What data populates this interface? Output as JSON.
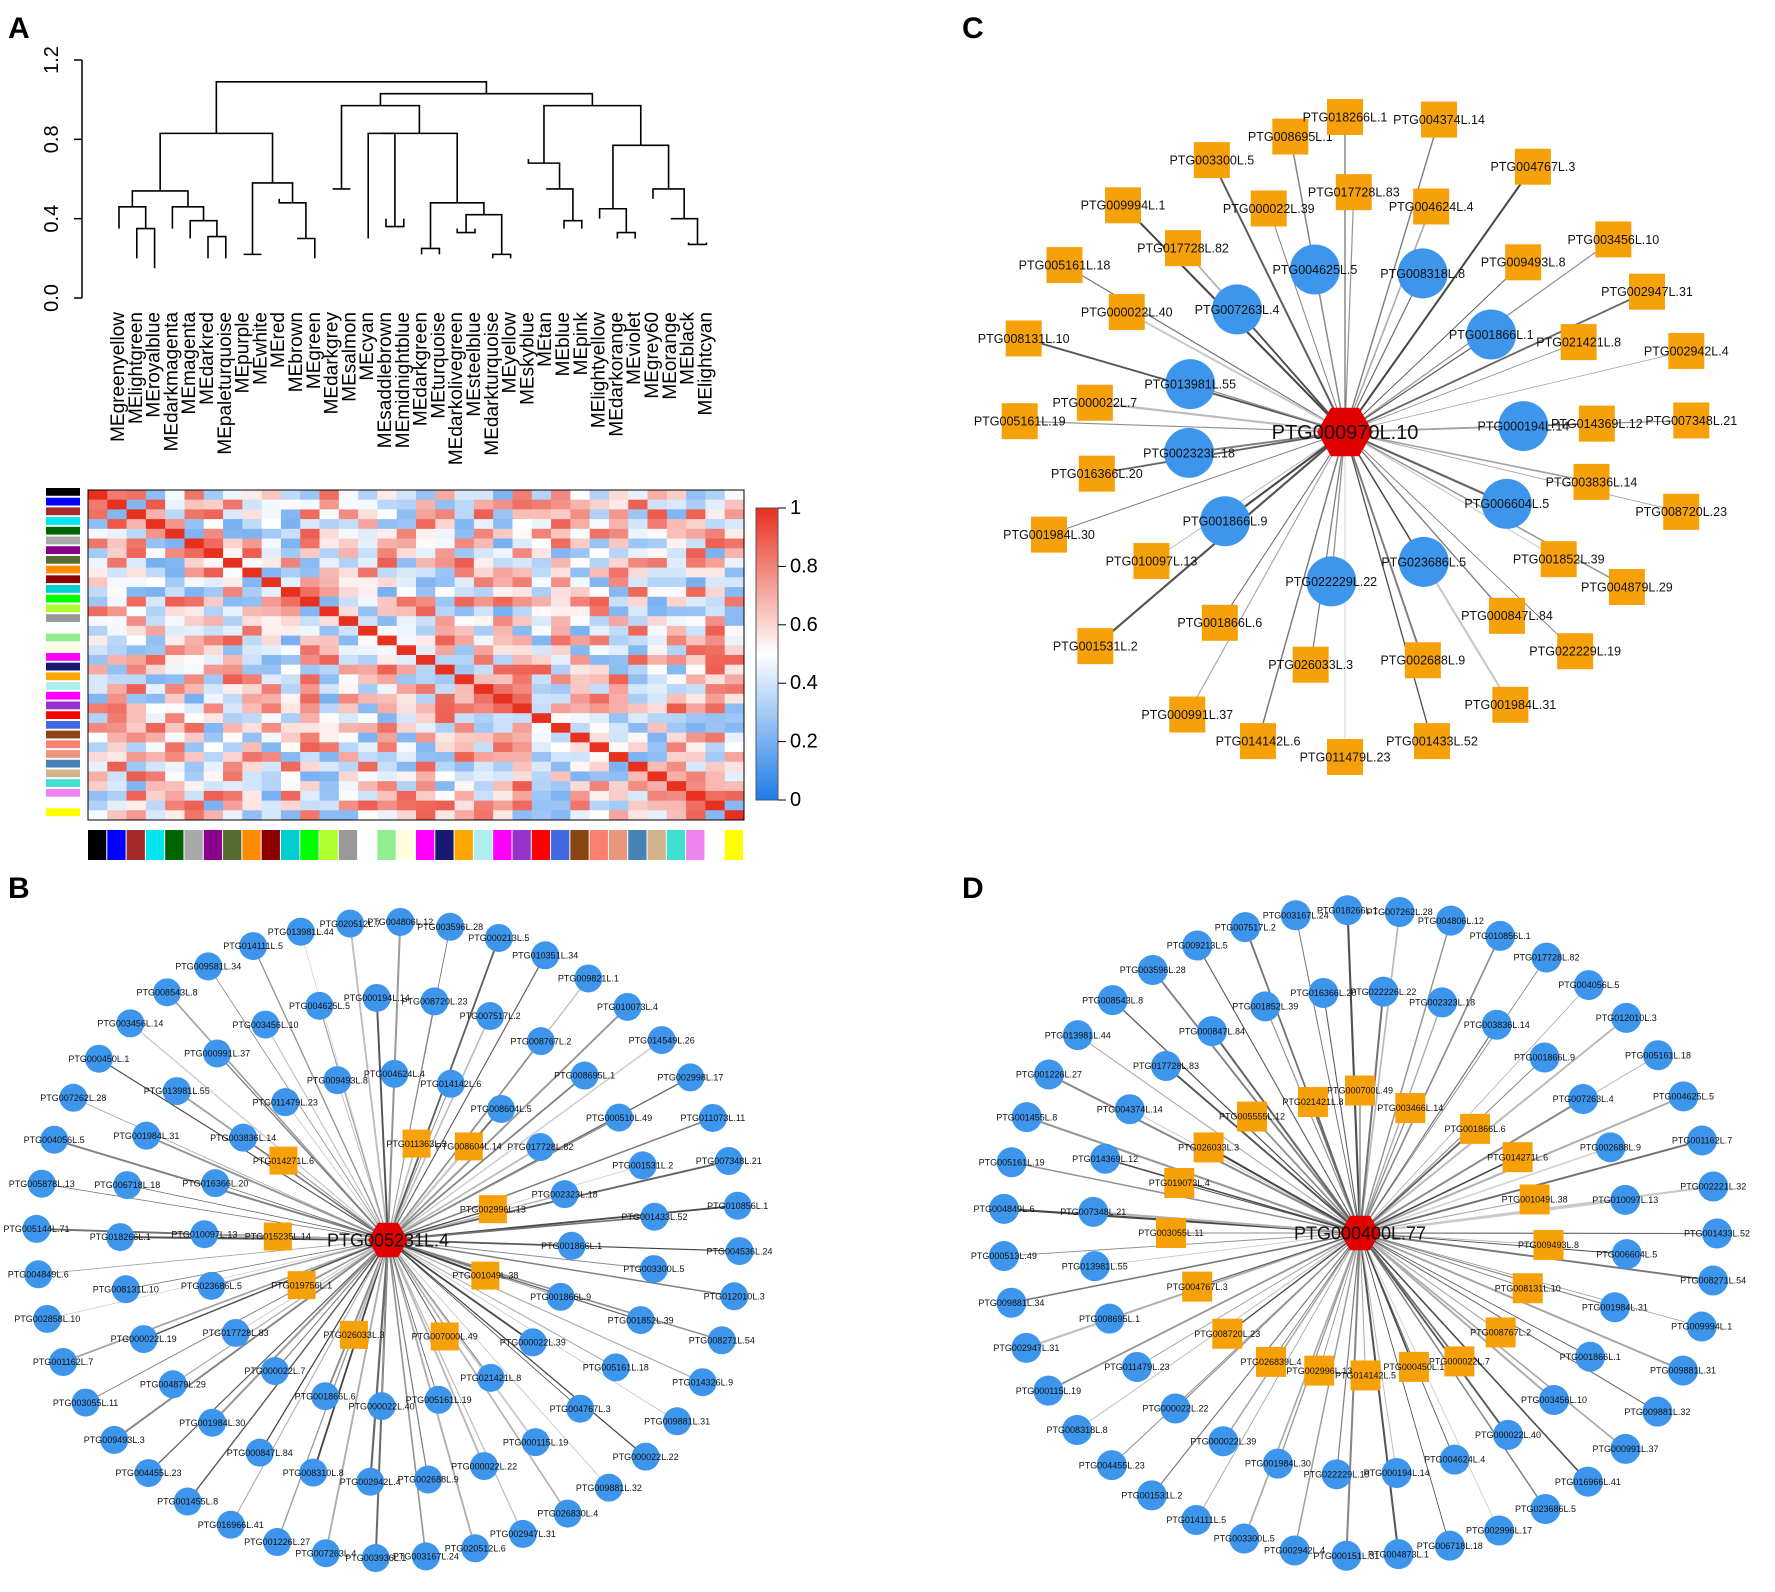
{
  "panels": [
    {
      "letter": "A"
    },
    {
      "letter": "B"
    },
    {
      "letter": "C"
    },
    {
      "letter": "D"
    }
  ],
  "dendrogram": {
    "y_ticks": [
      "0.0",
      "0.4",
      "0.8",
      "1.2"
    ],
    "leaves": [
      "MEgreenyellow",
      "MElightgreen",
      "MEroyalblue",
      "MEdarkmagenta",
      "MEmagenta",
      "MEdarkred",
      "MEpaleturquoise",
      "MEpurple",
      "MEwhite",
      "MEred",
      "MEbrown",
      "MEgreen",
      "MEdarkgrey",
      "MEsalmon",
      "MEcyan",
      "MEsaddlebrown",
      "MEmidnightblue",
      "MEdarkgreen",
      "MEturquoise",
      "MEdarkolivegreen",
      "MEsteelblue",
      "MEdarkturquoise",
      "MEyellow",
      "MEskyblue",
      "MEtan",
      "MEblue",
      "MEpink",
      "MElightyellow",
      "MEdarkorange",
      "MEviolet",
      "MEgrey60",
      "MEorange",
      "MEblack",
      "MElightcyan"
    ]
  },
  "heatmap": {
    "legend_ticks": [
      "1",
      "0.8",
      "0.6",
      "0.4",
      "0.2",
      "0"
    ],
    "colors": {
      "low": "#1e7be8",
      "mid": "#ffffff",
      "high": "#e8301f"
    },
    "module_colors": [
      "#000000",
      "#0000ff",
      "#a52a2a",
      "#00e5ee",
      "#006400",
      "#a9a9a9",
      "#8b008b",
      "#556b2f",
      "#ff8c00",
      "#8b0000",
      "#00ced1",
      "#00ff00",
      "#adff2f",
      "#999999",
      "#ffffff",
      "#90ee90",
      "#ffffe0",
      "#ff00ff",
      "#191970",
      "#ffa500",
      "#afeeee",
      "#ff00ff",
      "#9932cc",
      "#ff0000",
      "#4169e1",
      "#8b4513",
      "#fa8072",
      "#e9967a",
      "#4682b4",
      "#d2b48c",
      "#40e0d0",
      "#ee82ee",
      "#ffffff",
      "#ffff00"
    ]
  },
  "networks": {
    "node_colors": {
      "hub": "#e00000",
      "circle": "#3d96ec",
      "square": "#f7a10a"
    },
    "C": {
      "hub": "PTG000970L.10",
      "nodes": [
        {
          "label": "PTG008695L.1",
          "shape": "square",
          "a": -100,
          "r": 300
        },
        {
          "label": "PTG018266L.1",
          "shape": "square",
          "a": -90,
          "r": 315
        },
        {
          "label": "PTG004374L.14",
          "shape": "square",
          "a": -74,
          "r": 325
        },
        {
          "label": "PTG004767L.3",
          "shape": "square",
          "a": -56,
          "r": 320
        },
        {
          "label": "PTG003456L.10",
          "shape": "square",
          "a": -37,
          "r": 320
        },
        {
          "label": "PTG002947L.31",
          "shape": "square",
          "a": -26,
          "r": 320
        },
        {
          "label": "PTG002942L.4",
          "shape": "square",
          "a": -14,
          "r": 335
        },
        {
          "label": "PTG007348L.21",
          "shape": "square",
          "a": -2,
          "r": 330
        },
        {
          "label": "PTG008720L.23",
          "shape": "square",
          "a": 14,
          "r": 330
        },
        {
          "label": "PTG004879L.29",
          "shape": "square",
          "a": 30,
          "r": 310
        },
        {
          "label": "PTG022229L.19",
          "shape": "square",
          "a": 45,
          "r": 310
        },
        {
          "label": "PTG001984L.31",
          "shape": "square",
          "a": 60,
          "r": 315
        },
        {
          "label": "PTG001433L.52",
          "shape": "square",
          "a": 75,
          "r": 320
        },
        {
          "label": "PTG011479L.23",
          "shape": "square",
          "a": 90,
          "r": 325
        },
        {
          "label": "PTG014142L.6",
          "shape": "square",
          "a": 105,
          "r": 320
        },
        {
          "label": "PTG000991L.37",
          "shape": "square",
          "a": 118,
          "r": 320
        },
        {
          "label": "PTG001531L.2",
          "shape": "square",
          "a": 138,
          "r": 320
        },
        {
          "label": "PTG001984L.30",
          "shape": "square",
          "a": 160,
          "r": 300
        },
        {
          "label": "PTG005161L.19",
          "shape": "square",
          "a": 182,
          "r": 310
        },
        {
          "label": "PTG008131L.10",
          "shape": "square",
          "a": 197,
          "r": 320
        },
        {
          "label": "PTG005161L.18",
          "shape": "square",
          "a": 212,
          "r": 315
        },
        {
          "label": "PTG009994L.1",
          "shape": "square",
          "a": 227,
          "r": 310
        },
        {
          "label": "PTG003300L.5",
          "shape": "square",
          "a": 245,
          "r": 300
        },
        {
          "label": "PTG000022L.39",
          "shape": "square",
          "a": -108,
          "r": 235
        },
        {
          "label": "PTG017728L.83",
          "shape": "square",
          "a": -88,
          "r": 240
        },
        {
          "label": "PTG004624L.4",
          "shape": "square",
          "a": -70,
          "r": 240
        },
        {
          "label": "PTG009493L.8",
          "shape": "square",
          "a": -45,
          "r": 240
        },
        {
          "label": "PTG021421L.8",
          "shape": "square",
          "a": -22,
          "r": 240
        },
        {
          "label": "PTG014369L.12",
          "shape": "square",
          "a": -2,
          "r": 240
        },
        {
          "label": "PTG003836L.14",
          "shape": "square",
          "a": 12,
          "r": 240
        },
        {
          "label": "PTG001852L.39",
          "shape": "square",
          "a": 32,
          "r": 240
        },
        {
          "label": "PTG000847L.84",
          "shape": "square",
          "a": 50,
          "r": 240
        },
        {
          "label": "PTG002688L.9",
          "shape": "square",
          "a": 72,
          "r": 240
        },
        {
          "label": "PTG026033L.3",
          "shape": "square",
          "a": 98,
          "r": 235
        },
        {
          "label": "PTG001866L.6",
          "shape": "square",
          "a": 122,
          "r": 225
        },
        {
          "label": "PTG010097L.13",
          "shape": "square",
          "a": 145,
          "r": 225
        },
        {
          "label": "PTG016366L.20",
          "shape": "square",
          "a": 170,
          "r": 240
        },
        {
          "label": "PTG000022L.7",
          "shape": "square",
          "a": 187,
          "r": 240
        },
        {
          "label": "PTG000022L.40",
          "shape": "square",
          "a": 210,
          "r": 240
        },
        {
          "label": "PTG017728L.82",
          "shape": "square",
          "a": 230,
          "r": 240
        },
        {
          "label": "PTG004625L.5",
          "shape": "circle",
          "a": -100,
          "r": 165
        },
        {
          "label": "PTG008318L.8",
          "shape": "circle",
          "a": -65,
          "r": 175
        },
        {
          "label": "PTG001866L.1",
          "shape": "circle",
          "a": -35,
          "r": 170
        },
        {
          "label": "PTG000194L.14",
          "shape": "circle",
          "a": -2,
          "r": 170
        },
        {
          "label": "PTG006604L.5",
          "shape": "circle",
          "a": 25,
          "r": 170
        },
        {
          "label": "PTG023686L.5",
          "shape": "circle",
          "a": 60,
          "r": 150
        },
        {
          "label": "PTG022229L.22",
          "shape": "circle",
          "a": 95,
          "r": 150
        },
        {
          "label": "PTG001866L.9",
          "shape": "circle",
          "a": 142,
          "r": 145
        },
        {
          "label": "PTG002323L.18",
          "shape": "circle",
          "a": 172,
          "r": 150
        },
        {
          "label": "PTG013981L.55",
          "shape": "circle",
          "a": 198,
          "r": 155
        },
        {
          "label": "PTG007263L.4",
          "shape": "circle",
          "a": 230,
          "r": 160
        }
      ]
    },
    "B": {
      "hub": "PTG005231L.4",
      "outer": [
        "PTG004806L.12",
        "PTG003596L.28",
        "PTG000213L.5",
        "PTG010351L.34",
        "PTG009821L.1",
        "PTG010073L.4",
        "PTG014549L.26",
        "PTG002998L.17",
        "PTG011073L.11",
        "PTG007348L.21",
        "PTG010856L.1",
        "PTG004536L.24",
        "PTG012010L.3",
        "PTG008271L.54",
        "PTG014326L.9",
        "PTG009881L.31",
        "PTG000022L.22",
        "PTG009881L.32",
        "PTG026830L.4",
        "PTG002947L.31",
        "PTG020512L.6",
        "PTG003167L.24",
        "PTG003936L.1",
        "PTG007263L.4",
        "PTG001226L.27",
        "PTG016966L.41",
        "PTG001455L.8",
        "PTG004455L.23",
        "PTG009493L.3",
        "PTG003055L.11",
        "PTG001162L.7",
        "PTG002858L.10",
        "PTG004849L.6",
        "PTG005144L.71",
        "PTG005878L.13",
        "PTG004056L.5",
        "PTG007262L.28",
        "PTG000450L.1",
        "PTG003456L.14",
        "PTG008543L.8",
        "PTG009581L.34",
        "PTG014111L.5",
        "PTG013981L.44",
        "PTG020512L.7"
      ],
      "mid": [
        "PTG008720L.23",
        "PTG007517L.2",
        "PTG008767L.2",
        "PTG008695L.1",
        "PTG000510L.49",
        "PTG001531L.2",
        "PTG001433L.52",
        "PTG003300L.5",
        "PTG001852L.39",
        "PTG005161L.18",
        "PTG004767L.3",
        "PTG000115L.19",
        "PTG000022L.22",
        "PTG002688L.9",
        "PTG002942L.4",
        "PTG008310L.8",
        "PTG000847L.84",
        "PTG001984L.30",
        "PTG004879L.29",
        "PTG000022L.19",
        "PTG008131L.10",
        "PTG018266L.1",
        "PTG006718L.18",
        "PTG001984L.31",
        "PTG013981L.55",
        "PTG000991L.37",
        "PTG003456L.10",
        "PTG004625L.5",
        "PTG000194L.14"
      ],
      "inner": [
        "PTG014142L.6",
        "PTG008604L.5",
        "PTG017728L.82",
        "PTG002323L.18",
        "PTG001866L.1",
        "PTG001866L.9",
        "PTG000022L.39",
        "PTG021421L.8",
        "PTG005161L.19",
        "PTG000022L.40",
        "PTG001866L.6",
        "PTG000022L.7",
        "PTG017728L.83",
        "PTG023686L.5",
        "PTG010097L.13",
        "PTG016366L.20",
        "PTG003836L.14",
        "PTG011479L.23",
        "PTG009493L.8",
        "PTG004624L.4"
      ],
      "squares": [
        {
          "label": "PTG011363L.3",
          "a": -75,
          "r": 105
        },
        {
          "label": "PTG008604L.14",
          "a": -52,
          "r": 125
        },
        {
          "label": "PTG002996L.13",
          "a": -18,
          "r": 105
        },
        {
          "label": "PTG001049L.38",
          "a": 22,
          "r": 100
        },
        {
          "label": "PTG007000L.49",
          "a": 62,
          "r": 115
        },
        {
          "label": "PTG026033L.3",
          "a": 108,
          "r": 105
        },
        {
          "label": "PTG019756L.1",
          "a": 150,
          "r": 95
        },
        {
          "label": "PTG015235L.14",
          "a": 182,
          "r": 105
        },
        {
          "label": "PTG014271L.6",
          "a": -140,
          "r": 130
        }
      ]
    },
    "D": {
      "hub": "PTG000400L.77",
      "outer": [
        "PTG018266L.1",
        "PTG007262L.28",
        "PTG004806L.12",
        "PTG010856L.1",
        "PTG017728L.82",
        "PTG004056L.5",
        "PTG012010L.3",
        "PTG005161L.18",
        "PTG004625L.5",
        "PTG001162L.7",
        "PTG002221L.32",
        "PTG001433L.52",
        "PTG008271L.54",
        "PTG009994L.1",
        "PTG009881L.31",
        "PTG009881L.32",
        "PTG000991L.37",
        "PTG016966L.41",
        "PTG023686L.5",
        "PTG002996L.17",
        "PTG006718L.18",
        "PTG004873L.1",
        "PTG000151L.31",
        "PTG002942L.4",
        "PTG003300L.5",
        "PTG014111L.5",
        "PTG001531L.2",
        "PTG004455L.23",
        "PTG008318L.8",
        "PTG000115L.19",
        "PTG002947L.31",
        "PTG009881L.34",
        "PTG000513L.49",
        "PTG004849L.6",
        "PTG005161L.19",
        "PTG001455L.8",
        "PTG001226L.27",
        "PTG013981L.44",
        "PTG008543L.8",
        "PTG003596L.28",
        "PTG009213L.5",
        "PTG007517L.2",
        "PTG003167L.24"
      ],
      "mid": [
        "PTG022226L.22",
        "PTG002323L.18",
        "PTG003836L.14",
        "PTG001866L.9",
        "PTG007263L.4",
        "PTG002688L.9",
        "PTG010097L.13",
        "PTG006604L.5",
        "PTG001984L.31",
        "PTG001866L.1",
        "PTG003456L.10",
        "PTG000022L.40",
        "PTG004624L.4",
        "PTG000194L.14",
        "PTG022229L.19",
        "PTG001984L.30",
        "PTG000022L.39",
        "PTG000022L.22",
        "PTG011479L.23",
        "PTG008695L.1",
        "PTG013981L.55",
        "PTG007348L.21",
        "PTG014369L.12",
        "PTG004374L.14",
        "PTG017728L.83",
        "PTG000847L.84",
        "PTG001852L.39",
        "PTG016366L.20"
      ],
      "squares": [
        {
          "label": "PTG000700L.49",
          "a": -90,
          "r": 150
        },
        {
          "label": "PTG003466L.14",
          "a": -70,
          "r": 140
        },
        {
          "label": "PTG021421L.8",
          "a": -108,
          "r": 145
        },
        {
          "label": "PTG001866L.6",
          "a": -45,
          "r": 155
        },
        {
          "label": "PTG014271L.6",
          "a": -28,
          "r": 170
        },
        {
          "label": "PTG001049L.38",
          "a": -12,
          "r": 170
        },
        {
          "label": "PTG009493L.8",
          "a": 4,
          "r": 180
        },
        {
          "label": "PTG008131L.10",
          "a": 20,
          "r": 170
        },
        {
          "label": "PTG008767L.2",
          "a": 38,
          "r": 170
        },
        {
          "label": "PTG000022L.7",
          "a": 55,
          "r": 165
        },
        {
          "label": "PTG000450L.1",
          "a": 70,
          "r": 150
        },
        {
          "label": "PTG014142L.5",
          "a": 88,
          "r": 150
        },
        {
          "label": "PTG002996L.13",
          "a": 105,
          "r": 150
        },
        {
          "label": "PTG026839L.4",
          "a": 122,
          "r": 160
        },
        {
          "label": "PTG008720L.23",
          "a": 140,
          "r": 165
        },
        {
          "label": "PTG004767L.3",
          "a": 160,
          "r": 165
        },
        {
          "label": "PTG003055L.11",
          "a": 180,
          "r": 180
        },
        {
          "label": "PTG019073L.4",
          "a": -163,
          "r": 180
        },
        {
          "label": "PTG026033L.3",
          "a": -148,
          "r": 170
        },
        {
          "label": "PTG005555L.12",
          "a": -130,
          "r": 160
        }
      ]
    }
  }
}
